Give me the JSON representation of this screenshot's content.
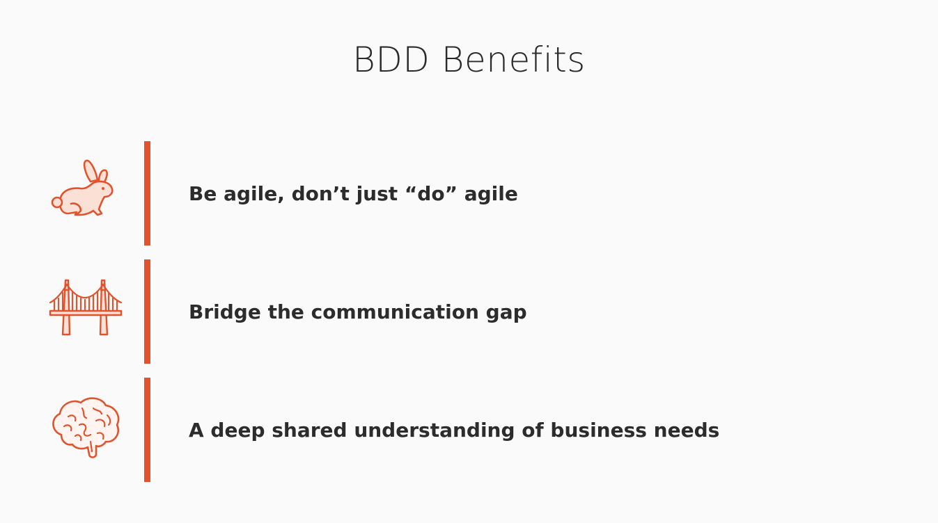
{
  "slide": {
    "title": "BDD Benefits",
    "accent_color": "#e2522c",
    "benefits": [
      {
        "icon": "rabbit-icon",
        "text": "Be agile, don’t just “do” agile"
      },
      {
        "icon": "bridge-icon",
        "text": "Bridge the communication gap"
      },
      {
        "icon": "brain-icon",
        "text": "A deep shared understanding of business needs"
      }
    ]
  }
}
